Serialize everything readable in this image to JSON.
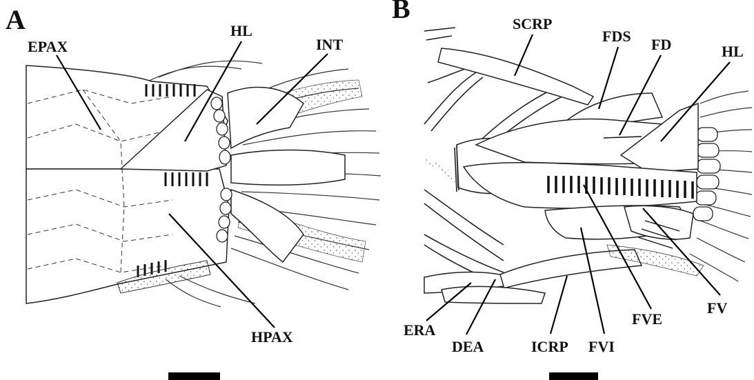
{
  "panels": [
    {
      "letter": "A",
      "labels": {
        "epax": "EPAX",
        "hl": "HL",
        "int": "INT",
        "hpax": "HPAX"
      }
    },
    {
      "letter": "B",
      "labels": {
        "scrp": "SCRP",
        "fds": "FDS",
        "fd": "FD",
        "hl": "HL",
        "era": "ERA",
        "dea": "DEA",
        "icrp": "ICRP",
        "fvi": "FVI",
        "fve": "FVE",
        "fv": "FV"
      }
    }
  ],
  "colors": {
    "ink": "#111111",
    "background": "#ffffff"
  }
}
